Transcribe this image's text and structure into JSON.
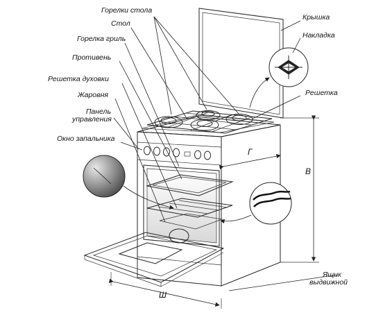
{
  "labels": {
    "burners": "Горелки стола",
    "top": "Стол",
    "grill_burner": "Горелка гриль",
    "baking_tray": "Противень",
    "oven_rack": "Решетка духовки",
    "roasting_pan": "Жаровня",
    "control_panel": "Панель управления",
    "ignition_window": "Окно запальника",
    "lid": "Крышка",
    "overlay": "Накладка",
    "grate": "Решетка",
    "drawer": "Ящик выдвижной"
  },
  "dimensions": {
    "height": "В",
    "depth": "Г",
    "width": "Ш"
  },
  "colors": {
    "line": "#222222",
    "shade_dark": "#555555",
    "shade_light": "#bdbdbd"
  }
}
